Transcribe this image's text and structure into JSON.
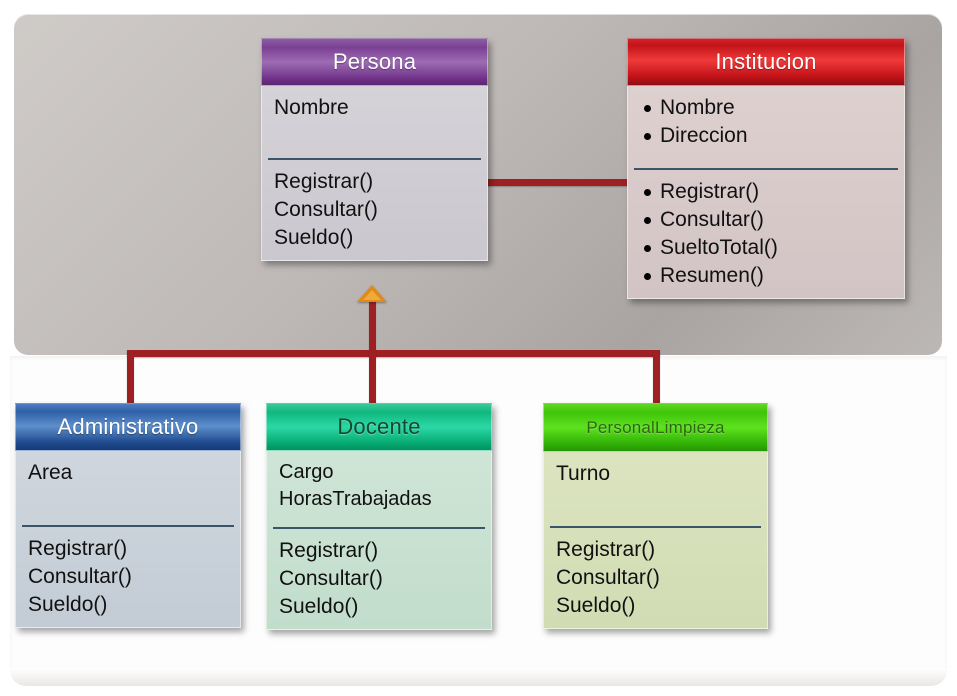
{
  "diagram": {
    "type": "uml-class-diagram",
    "title": "",
    "colors": {
      "connector": "#9e2023",
      "inheritance_arrow": "#e08a18",
      "separator": "#3c5468",
      "upper_panel_bg": "#bdb8b6",
      "lower_panel_bg": "#fdfdfd"
    },
    "classes": [
      {
        "id": "persona",
        "name": "Persona",
        "header_color": "#7b3f93",
        "header_text_color": "#ffffff",
        "body_color": "#d0cdd4",
        "bulleted": false,
        "attributes": [
          "Nombre"
        ],
        "operations": [
          "Registrar()",
          "Consultar()",
          "Sueldo()"
        ]
      },
      {
        "id": "institucion",
        "name": "Institucion",
        "header_color": "#c2141a",
        "header_text_color": "#ffffff",
        "body_color": "#d7caca",
        "bulleted": true,
        "attributes": [
          "Nombre",
          "Direccion"
        ],
        "operations": [
          "Registrar()",
          "Consultar()",
          "SueltoTotal()",
          "Resumen()"
        ]
      },
      {
        "id": "administrativo",
        "name": "Administrativo",
        "header_color": "#2f5fa8",
        "header_text_color": "#ffffff",
        "body_color": "#c9d1da",
        "bulleted": false,
        "attributes": [
          "Area"
        ],
        "operations": [
          "Registrar()",
          "Consultar()",
          "Sueldo()"
        ]
      },
      {
        "id": "docente",
        "name": "Docente",
        "header_color": "#10b87f",
        "header_text_color": "#14492f",
        "body_color": "#c8e1d0",
        "bulleted": false,
        "attributes": [
          "Cargo",
          "HorasTrabajadas"
        ],
        "operations": [
          "Registrar()",
          "Consultar()",
          "Sueldo()"
        ]
      },
      {
        "id": "limpieza",
        "name": "PersonalLimpieza",
        "header_color": "#3fc40a",
        "header_text_color": "#2f6612",
        "body_color": "#d6e0b9",
        "bulleted": false,
        "attributes": [
          "Turno"
        ],
        "operations": [
          "Registrar()",
          "Consultar()",
          "Sueldo()"
        ]
      }
    ],
    "relationships": [
      {
        "kind": "association",
        "from": "Persona",
        "to": "Institucion"
      },
      {
        "kind": "generalization",
        "from": "Administrativo",
        "to": "Persona"
      },
      {
        "kind": "generalization",
        "from": "Docente",
        "to": "Persona"
      },
      {
        "kind": "generalization",
        "from": "PersonalLimpieza",
        "to": "Persona"
      }
    ]
  }
}
